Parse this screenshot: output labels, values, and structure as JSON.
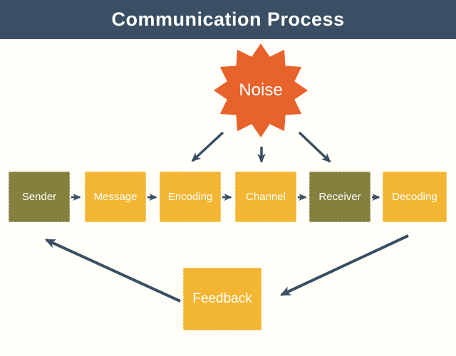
{
  "title": "Communication Process",
  "noise": {
    "label": "Noise"
  },
  "process_boxes": [
    {
      "label": "Sender",
      "variant": "olive"
    },
    {
      "label": "Message",
      "variant": "gold"
    },
    {
      "label": "Encoding",
      "variant": "gold"
    },
    {
      "label": "Channel",
      "variant": "gold"
    },
    {
      "label": "Receiver",
      "variant": "olive"
    },
    {
      "label": "Decoding",
      "variant": "gold"
    }
  ],
  "feedback": {
    "label": "Feedback",
    "variant": "gold"
  },
  "colors": {
    "header_bg": "#3A4F63",
    "arrow": "#3A4F63",
    "gold": "#F2B632",
    "olive": "#85803E",
    "orange": "#E8632C",
    "label_text": "#FFFFFF",
    "background": "#FFFEF8"
  }
}
